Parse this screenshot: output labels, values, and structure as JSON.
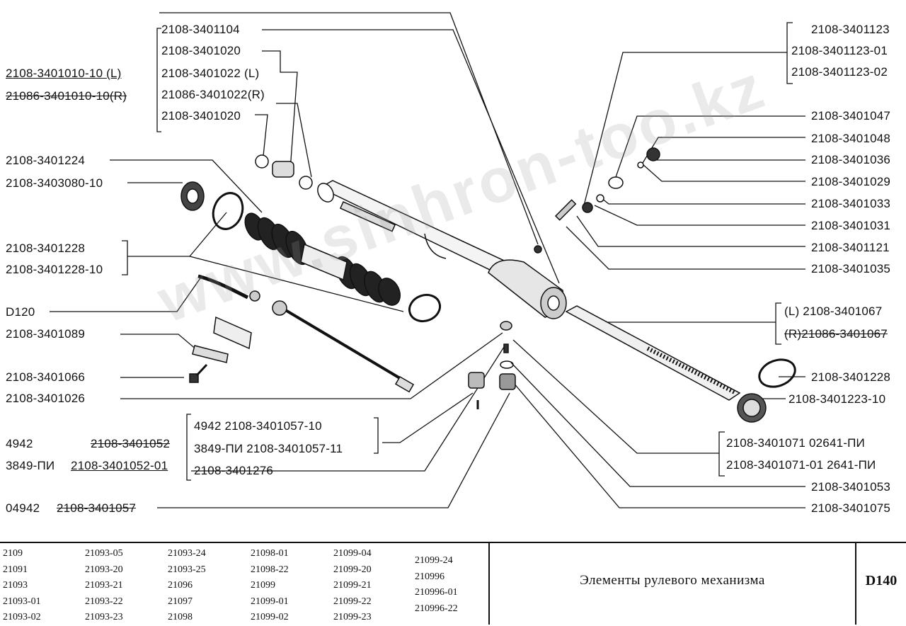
{
  "labels_left": {
    "asm_l": "2108-3401010-10  (L)",
    "asm_r": "21086-3401010-10(R)",
    "p1224": "2108-3401224",
    "p3080": "2108-3403080-10",
    "p1228": "2108-3401228",
    "p1228_10": "2108-3401228-10",
    "d120": "D120",
    "p1089": "2108-3401089",
    "p1066": "2108-3401066",
    "p1026": "2108-3401026",
    "c4942": "4942",
    "p1052": "2108-3401052",
    "c3849": "3849-ПИ",
    "p1052_01": "2108-3401052-01",
    "c04942": "04942",
    "p1057": "2108-3401057"
  },
  "labels_top": {
    "p1104": "2108-3401104",
    "p1020a": "2108-3401020",
    "p1022": "2108-3401022  (L)",
    "p1022r": "21086-3401022(R)",
    "p1020b": "2108-3401020"
  },
  "labels_center": {
    "a": "4942  2108-3401057-10",
    "b": "3849-ПИ  2108-3401057-11",
    "c": "2108-3401276"
  },
  "labels_right": {
    "p1123": "2108-3401123",
    "p1123_01": "2108-3401123-01",
    "p1123_02": "2108-3401123-02",
    "p1047": "2108-3401047",
    "p1048": "2108-3401048",
    "p1036": "2108-3401036",
    "p1029": "2108-3401029",
    "p1033": "2108-3401033",
    "p1031": "2108-3401031",
    "p1121": "2108-3401121",
    "p1035": "2108-3401035",
    "p1067_l": "(L)  2108-3401067",
    "p1067_r": "(R)21086-3401067",
    "p1228r": "2108-3401228",
    "p1223": "2108-3401223-10",
    "p1071": "2108-3401071     02641-ПИ",
    "p1071_01": "2108-3401071-01  2641-ПИ",
    "p1053": "2108-3401053",
    "p1075": "2108-3401075"
  },
  "watermark": "www.sinhron-too.kz",
  "models": [
    [
      "2109",
      "21091",
      "21093",
      "21093-01",
      "21093-02"
    ],
    [
      "21093-05",
      "21093-20",
      "21093-21",
      "21093-22",
      "21093-23"
    ],
    [
      "21093-24",
      "21093-25",
      "21096",
      "21097",
      "21098"
    ],
    [
      "21098-01",
      "21098-22",
      "21099",
      "21099-01",
      "21099-02"
    ],
    [
      "21099-04",
      "21099-20",
      "21099-21",
      "21099-22",
      "21099-23"
    ],
    [
      "21099-24",
      "210996",
      "210996-01",
      "210996-22"
    ]
  ],
  "sheet_title": "Элементы рулевого механизма",
  "sheet_code": "D140"
}
